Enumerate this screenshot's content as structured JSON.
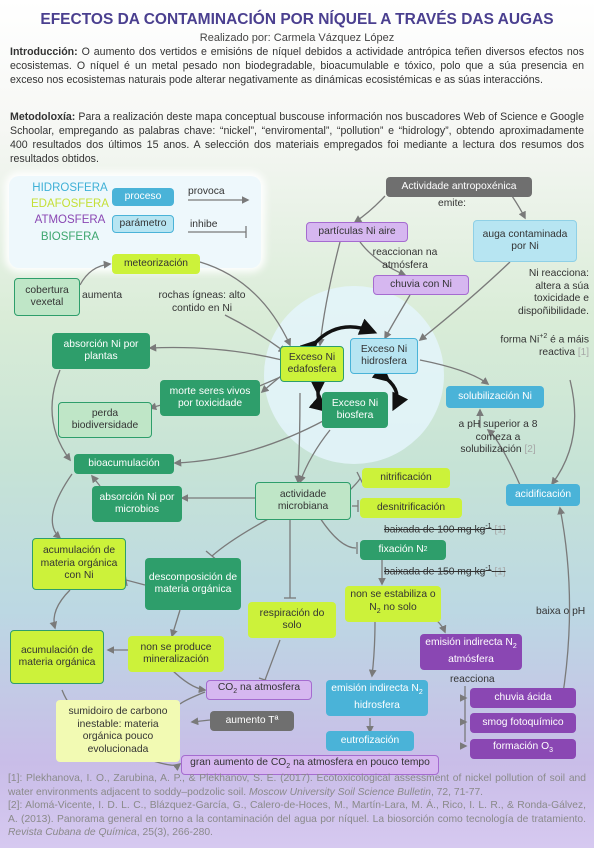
{
  "title": "EFECTOS DA CONTAMINACIÓN POR NÍQUEL A TRAVÉS DAS AUGAS",
  "author": "Realizado por: Carmela Vázquez López",
  "intro_label": "Introducción:",
  "intro_text": " O aumento dos vertidos e emisións de níquel  debidos a actividade antrópica teñen diversos efectos nos ecosistemas. O níquel é un metal pesado non biodegradable, bioacumulable e tóxico, polo que a súa presencia en exceso nos ecosistemas naturais pode alterar negativamente as dinámicas ecosistémicas e as súas interaccións.",
  "method_label": "Metodoloxía:",
  "method_text": " Para a realización deste mapa conceptual buscouse información nos buscadores Web of Science e Google Schoolar, empregando as palabras chave: “nickel”, “enviromental”, “pollution” e “hidrology”, obtendo aproximadamente 400 resultados dos últimos 15 anos. A selección dos materiais empregados foi mediante a lectura dos resumos dos resultados obtidos.",
  "legend": {
    "spheres": [
      "HIDROSFERA",
      "EDAFOSFERA",
      "ATMOSFERA",
      "BIOSFERA"
    ],
    "sphere_colors": [
      "#3fb0d6",
      "#c9e83a",
      "#8a47b3",
      "#3da66e"
    ],
    "proceso": "proceso",
    "parametro": "parámetro",
    "provoca": "provoca",
    "inhibe": "inhibe"
  },
  "nodes": {
    "actividade": "Actividade antropoxénica",
    "emite": "emite:",
    "particulas": "partículas Ni aire",
    "reaccionan": "reaccionan na atmósfera",
    "chuvia_ni": "chuvia con Ni",
    "auga_cont": "auga contaminada por Ni",
    "ni_reacciona": "Ni reacciona: altera a súa toxicidade e dispoñibilidade.",
    "forma_ni_pre": "forma Ni",
    "forma_ni_sup": "+2",
    "forma_ni_post": " é a máis reactiva ",
    "ref1": "[1]",
    "ref2": "[2]",
    "meteorizacion": "meteorización",
    "cobertura": "cobertura vexetal",
    "aumenta": "aumenta",
    "rochas": "rochas ígneas: alto contido en Ni",
    "exceso_edaf": "Exceso Ni edafosfera",
    "exceso_hidro": "Exceso Ni hidrosfera",
    "exceso_bio": "Exceso Ni biosfera",
    "absorcion_plantas": "absorción Ni por plantas",
    "morte": "morte seres vivos por toxicidade",
    "perda": "perda biodiversidade",
    "solubilizacion": "solubilización Ni",
    "ph_superior": "a pH superior a 8 comeza a solubilización",
    "bioacumulacion": "bioacumulación",
    "nitrificacion": "nitrificación",
    "actividade_micro": "actividade microbiana",
    "absorcion_micro": "absorción Ni por microbios",
    "desnitrificacion": "desnitrificación",
    "baixada100": "baixada de 100 mg kg",
    "baixada150": "baixada de 150 mg kg",
    "sup_minus1": "-1",
    "acidificacion": "acidificación",
    "acumulacion_ni": "acumulación de materia orgánica con Ni",
    "descomposicion": "descomposición de materia orgánica",
    "fixacion": "fixación N",
    "sub2": "2",
    "non_estabiliza_pre": "non se estabiliza o N",
    "non_estabiliza_post": " no solo",
    "baixa_ph": "baixa o pH",
    "respiracion": "respiración do solo",
    "acumulacion_mo": "acumulación de materia orgánica",
    "non_mineralizacion": "non se produce mineralización",
    "emision_atm_pre": "emisión indirecta N",
    "emision_atm_post": " atmósfera",
    "reacciona": "reacciona",
    "co2_pre": "CO",
    "co2_post": " na atmosfera",
    "emision_hidro_pre": "emisión indirecta N",
    "emision_hidro_post": " hidrosfera",
    "chuvia_acida": "chuvia ácida",
    "sumidoiro": "sumidoiro de carbono inestable: materia orgánica pouco evolucionada",
    "aumento_t": "aumento Tª",
    "smog": "smog fotoquímico",
    "eutrofizacion": "eutrofización",
    "formacion_o3_pre": "formación O",
    "sub3": "3",
    "gran_aumento_pre": "gran aumento de CO",
    "gran_aumento_post": " na atmosfera  en pouco tempo"
  },
  "references": [
    {
      "pre": "[1]: Plekhanova, I. O., Zarubina, A. P., & Plekhanov, S. E. (2017). Ecotoxicological assessment of nickel pollution of soil and water environments adjacent to soddy–podzolic soil. ",
      "journal": "Moscow University Soil Science Bulletin",
      "post": ", 72, 71-77."
    },
    {
      "pre": "[2]: Alomá-Vicente, I. D. L. C., Blázquez-García, G., Calero-de-Hoces, M., Martín-Lara, M. Á., Rico, I. L. R., & Ronda-Gálvez, A. (2013). Panorama general en torno a la contaminación del agua por níquel. La biosorción como tecnología de tratamiento. ",
      "journal": "Revista Cubana de Química",
      "post": ", 25(3), 266-280."
    }
  ]
}
